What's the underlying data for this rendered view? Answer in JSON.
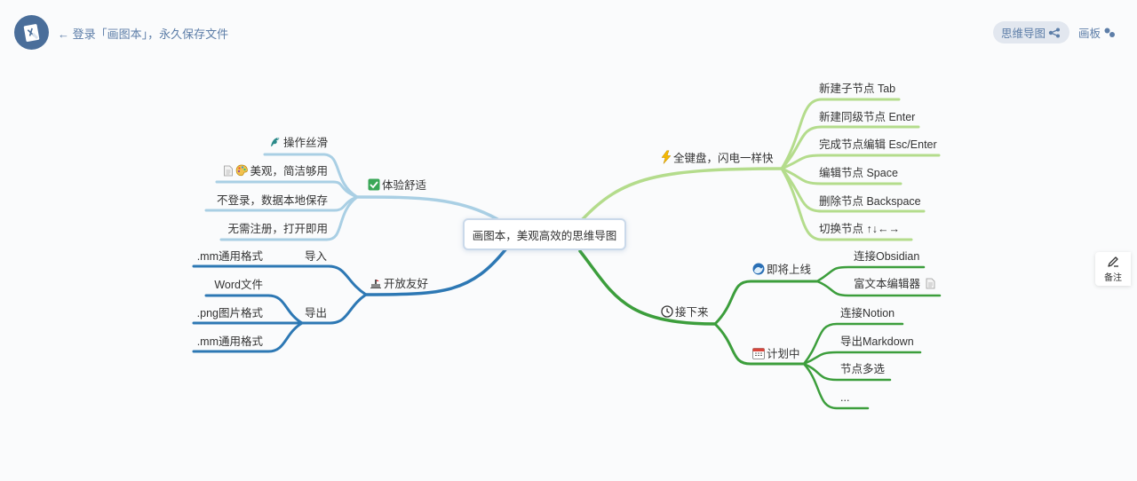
{
  "header": {
    "login_link": "← 登录「画图本」，永久保存文件",
    "mindmap_button": "思维导图",
    "board_button": "画板"
  },
  "sidebar": {
    "note_label": "备注"
  },
  "colors": {
    "blue_light": "#a9cfe4",
    "blue_dark": "#2d78b4",
    "green_light": "#b4dc8c",
    "green_dark": "#3c9e3c",
    "accent_text": "#5d7ea8"
  },
  "mindmap": {
    "root": "画图本，美观高效的思维导图",
    "tiyan": {
      "label": "体验舒适",
      "icon": "check-box-icon",
      "children": [
        {
          "label": "操作丝滑",
          "icon": "dragon-icon"
        },
        {
          "label": "美观，简洁够用",
          "icon": "palette-icon"
        },
        {
          "label": "不登录，数据本地保存"
        },
        {
          "label": "无需注册，打开即用"
        }
      ]
    },
    "kaifang": {
      "label": "开放友好",
      "icon": "port-icon",
      "import": {
        "label": "导入",
        "children": [
          ".mm通用格式"
        ]
      },
      "export": {
        "label": "导出",
        "children": [
          "Word文件",
          ".png图片格式",
          ".mm通用格式"
        ]
      }
    },
    "jianpan": {
      "label": "全键盘，闪电一样快",
      "icon": "lightning-icon",
      "children": [
        "新建子节点 Tab",
        "新建同级节点 Enter",
        "完成节点编辑 Esc/Enter",
        "编辑节点 Space",
        "删除节点 Backspace",
        "切换节点 ↑↓←→"
      ]
    },
    "jiexialai": {
      "label": "接下来",
      "icon": "clock-icon",
      "soon": {
        "label": "即将上线",
        "icon": "wave-icon",
        "children": [
          "连接Obsidian",
          "富文本编辑器"
        ]
      },
      "plan": {
        "label": "计划中",
        "icon": "calendar-icon",
        "children": [
          "连接Notion",
          "导出Markdown",
          "节点多选",
          "..."
        ]
      }
    }
  }
}
